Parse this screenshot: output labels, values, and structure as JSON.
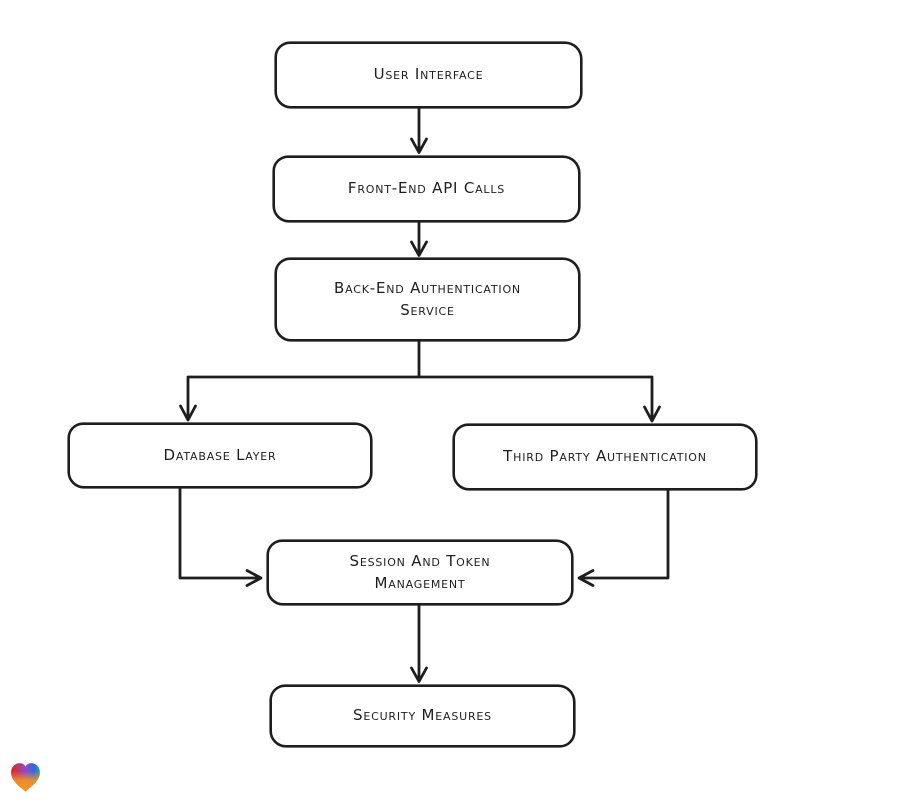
{
  "canvas": {
    "background": "#ffffff",
    "stroke_color": "#1e1e1e",
    "node_fill": "#ffffff"
  },
  "diagram": {
    "type": "flowchart",
    "direction": "top-down",
    "nodes": [
      {
        "id": "user-interface",
        "label": "User Interface"
      },
      {
        "id": "front-end-api-calls",
        "label": "Front-End API Calls"
      },
      {
        "id": "back-end-authentication-service",
        "label": "Back-End Authentication Service"
      },
      {
        "id": "database-layer",
        "label": "Database Layer"
      },
      {
        "id": "third-party-authentication",
        "label": "Third Party Authentication"
      },
      {
        "id": "session-and-token-management",
        "label": "Session And Token Management"
      },
      {
        "id": "security-measures",
        "label": "Security Measures"
      }
    ],
    "edges": [
      {
        "from": "user-interface",
        "to": "front-end-api-calls"
      },
      {
        "from": "front-end-api-calls",
        "to": "back-end-authentication-service"
      },
      {
        "from": "back-end-authentication-service",
        "to": "database-layer"
      },
      {
        "from": "back-end-authentication-service",
        "to": "third-party-authentication"
      },
      {
        "from": "database-layer",
        "to": "session-and-token-management"
      },
      {
        "from": "third-party-authentication",
        "to": "session-and-token-management"
      },
      {
        "from": "session-and-token-management",
        "to": "security-measures"
      }
    ]
  },
  "footer": {
    "logo_name": "heart-logo",
    "logo_colors": {
      "red": "#e5231f",
      "blue": "#2f6be4",
      "teal": "#1fa0c8",
      "orange": "#f7941d"
    }
  }
}
